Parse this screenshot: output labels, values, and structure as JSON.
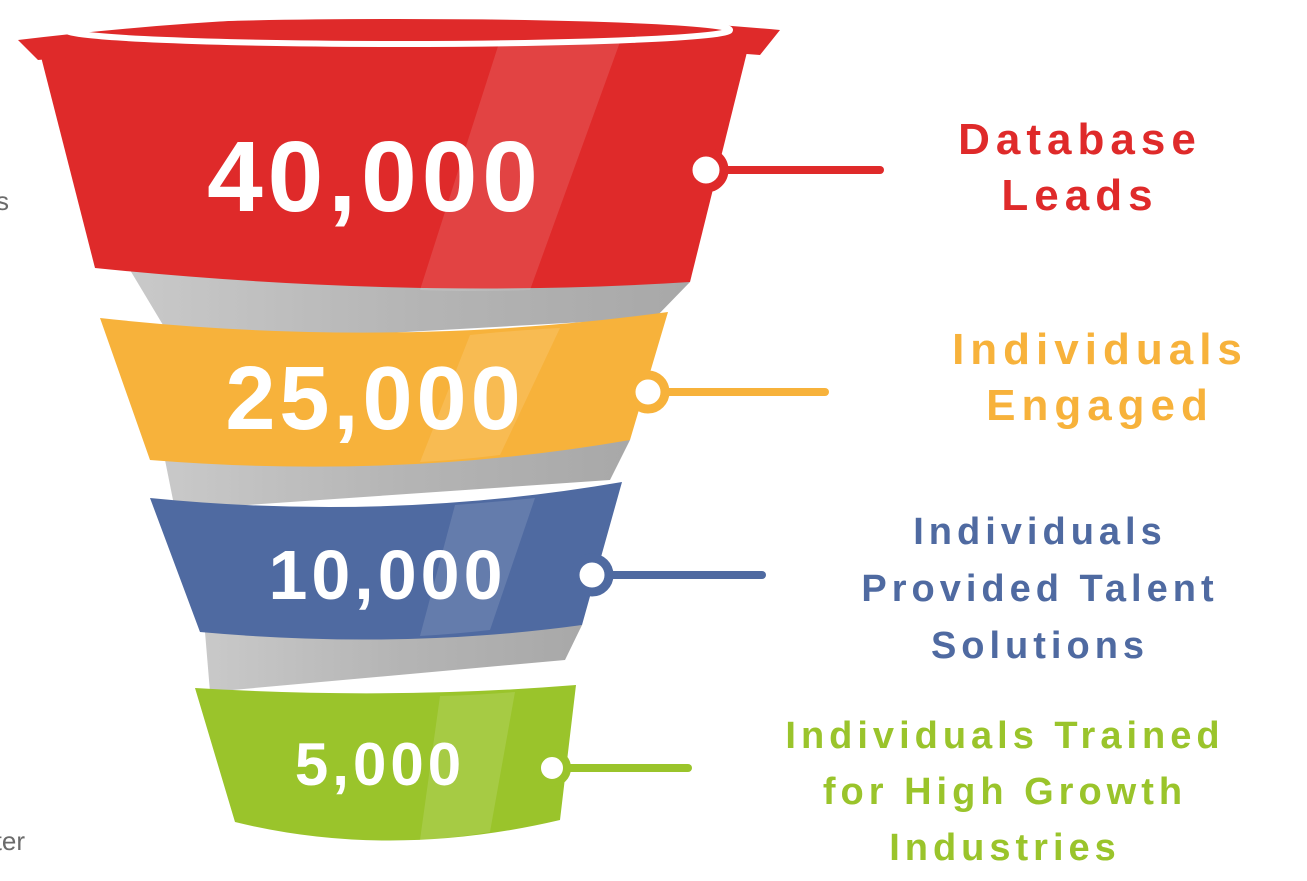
{
  "left_edge": {
    "text_1": "s",
    "text_2": "rter"
  },
  "funnel": {
    "stages": [
      {
        "value": "40,000",
        "label_lines": [
          "Database",
          "Leads"
        ],
        "color": "#df2a2a"
      },
      {
        "value": "25,000",
        "label_lines": [
          "Individuals",
          "Engaged"
        ],
        "color": "#f7b23b"
      },
      {
        "value": "10,000",
        "label_lines": [
          "Individuals",
          "Provided Talent",
          "Solutions"
        ],
        "color": "#4f6aa1"
      },
      {
        "value": "5,000",
        "label_lines": [
          "Individuals Trained",
          "for High Growth",
          "Industries"
        ],
        "color": "#9ac42b"
      }
    ],
    "connector_color": "#bcbcbc"
  }
}
